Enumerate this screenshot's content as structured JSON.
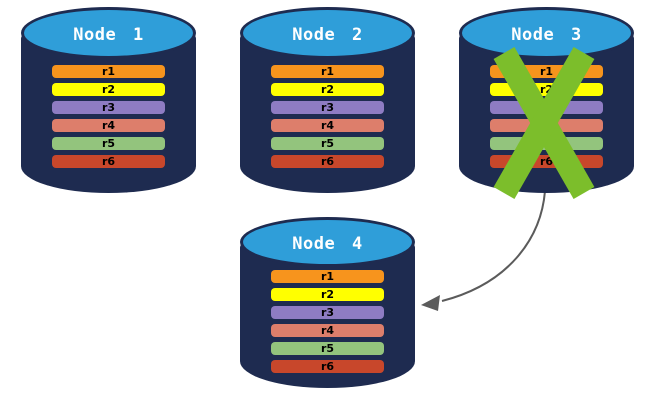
{
  "diagram": {
    "type": "database-replication-failover",
    "colors": {
      "cylinder_body": "#1E2B50",
      "cylinder_top": "#2F9ED9",
      "node_label": "#FFFFFF",
      "row_label": "#000000",
      "cross": "#7CBE2B",
      "arrow": "#5B5B5B"
    },
    "rows": [
      {
        "label": "r1",
        "color": "#F7941D"
      },
      {
        "label": "r2",
        "color": "#FFFF00"
      },
      {
        "label": "r3",
        "color": "#8E7CC3"
      },
      {
        "label": "r4",
        "color": "#DD7E6B"
      },
      {
        "label": "r5",
        "color": "#93C47D"
      },
      {
        "label": "r6",
        "color": "#C8472B"
      }
    ],
    "nodes": [
      {
        "id": "node-1",
        "label": "Node 1",
        "failed": false
      },
      {
        "id": "node-2",
        "label": "Node 2",
        "failed": false
      },
      {
        "id": "node-3",
        "label": "Node 3",
        "failed": true
      },
      {
        "id": "node-4",
        "label": "Node 4",
        "failed": false
      }
    ],
    "arrow": {
      "from": "Node 3",
      "to": "Node 4"
    }
  }
}
